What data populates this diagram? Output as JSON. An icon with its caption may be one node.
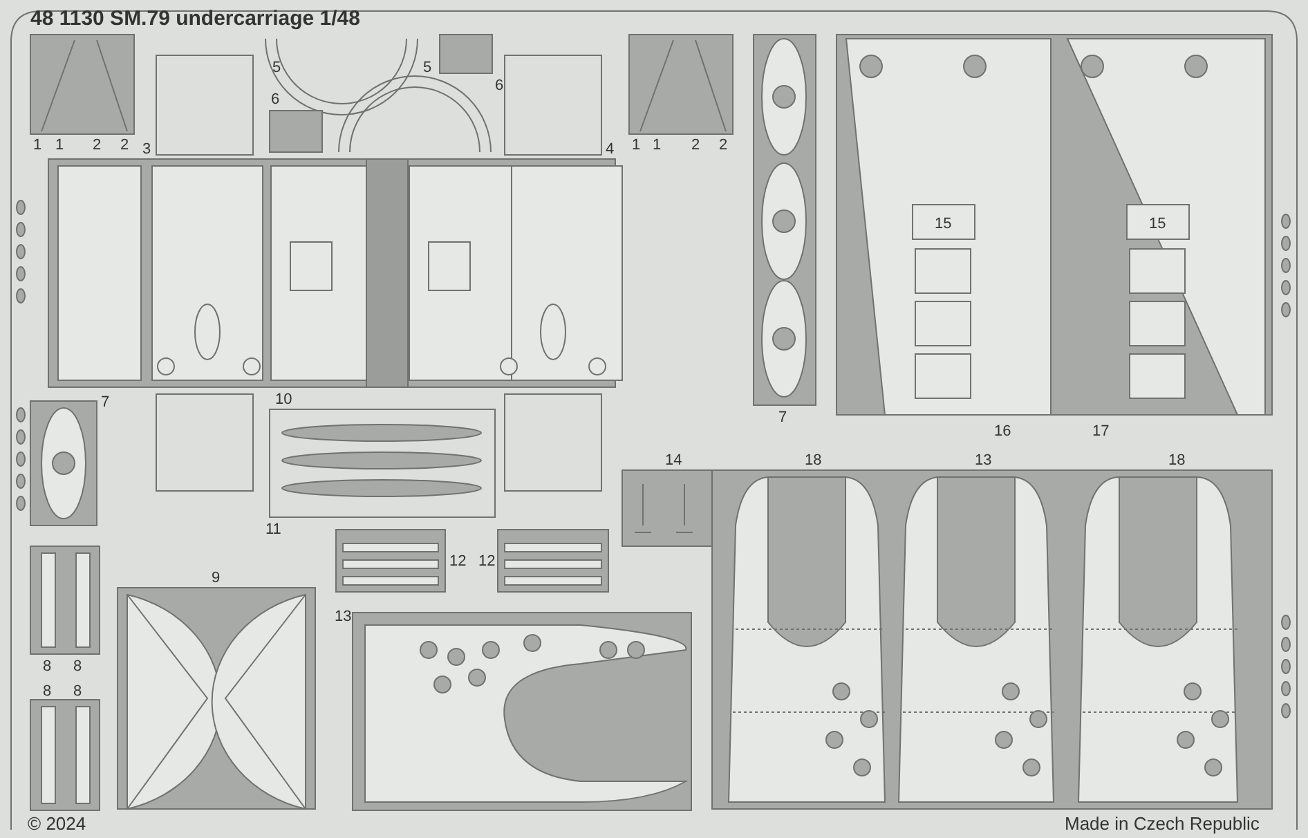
{
  "diagram": {
    "title": "48 1130 SM.79 undercarriage 1/48",
    "labels": [
      "5",
      "5",
      "6",
      "6",
      "1",
      "1",
      "2",
      "2",
      "3",
      "4",
      "1",
      "1",
      "2",
      "2",
      "15",
      "15",
      "7",
      "10",
      "7",
      "16",
      "17",
      "11",
      "14",
      "18",
      "13",
      "18",
      "12",
      "12",
      "9",
      "13",
      "8",
      "8",
      "8",
      "8",
      "© 2024",
      "Made in Czech Republic"
    ]
  }
}
